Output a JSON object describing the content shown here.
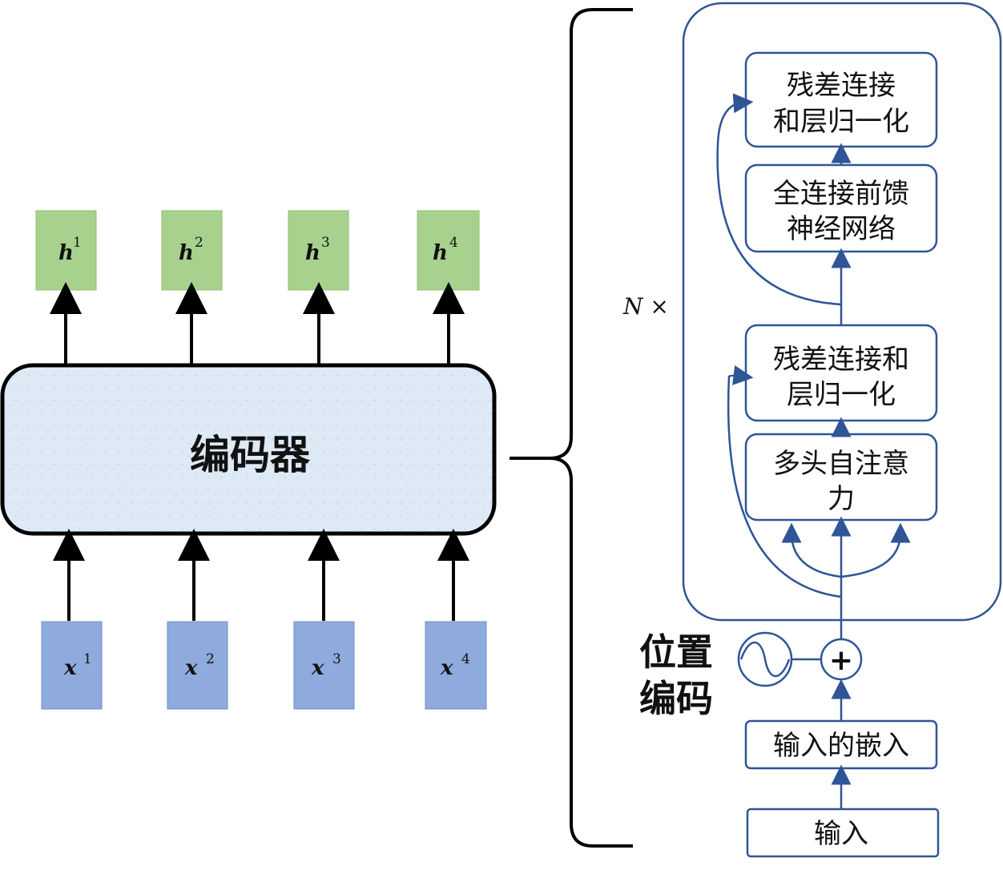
{
  "encoder": {
    "label": "编码器"
  },
  "outputs": [
    {
      "var": "h",
      "sup": "1"
    },
    {
      "var": "h",
      "sup": "2"
    },
    {
      "var": "h",
      "sup": "3"
    },
    {
      "var": "h",
      "sup": "4"
    }
  ],
  "inputs": [
    {
      "var": "x",
      "sup": "1"
    },
    {
      "var": "x",
      "sup": "2"
    },
    {
      "var": "x",
      "sup": "3"
    },
    {
      "var": "x",
      "sup": "4"
    }
  ],
  "repeat_label": "N ×",
  "layer": {
    "add_norm_top": [
      "残差连接",
      "和层归一化"
    ],
    "ffn": [
      "全连接前馈",
      "神经网络"
    ],
    "add_norm_bottom": [
      "残差连接和",
      "层归一化"
    ],
    "attention": [
      "多头自注意",
      "力"
    ]
  },
  "positional_encoding": {
    "line1": "位置",
    "line2": "编码",
    "plus": "+"
  },
  "embedding": {
    "label": "输入的嵌入"
  },
  "input": {
    "label": "输入"
  },
  "colors": {
    "output_box": "#a9d18e",
    "input_box": "#8faadc",
    "encoder_fill": "#dbe8f5",
    "layer_stroke": "#2f5597"
  }
}
